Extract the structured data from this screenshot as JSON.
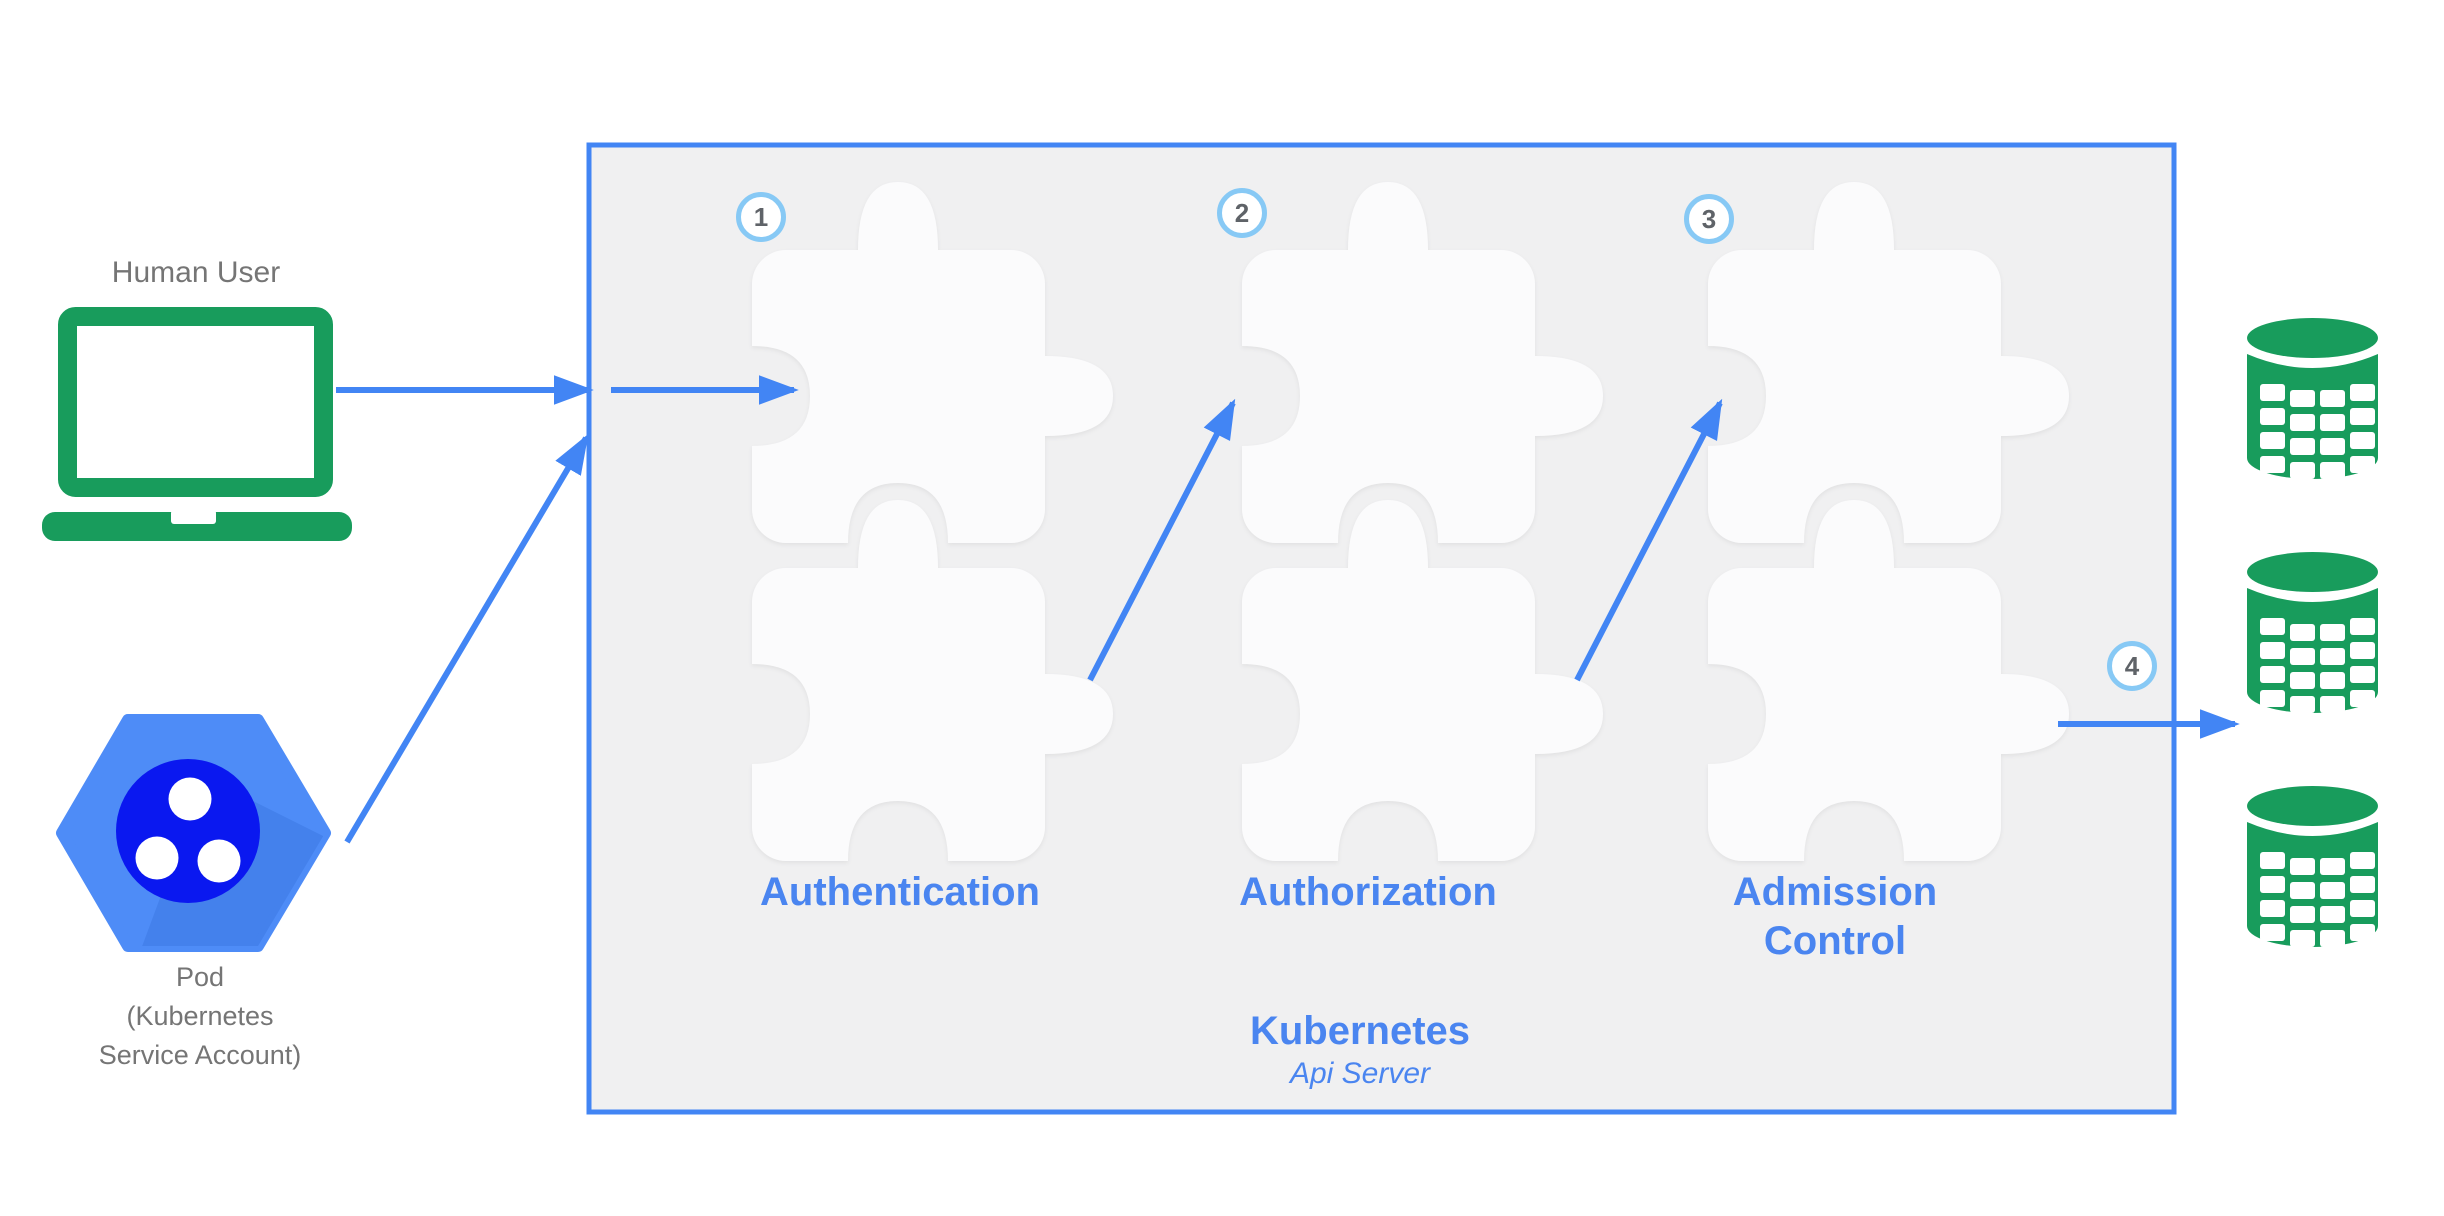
{
  "actors": {
    "human_user": {
      "label": "Human User"
    },
    "pod": {
      "label": "Pod\n(Kubernetes\nService Account)"
    }
  },
  "api_server": {
    "title": "Kubernetes",
    "subtitle": "Api Server",
    "steps": [
      {
        "number": "1",
        "label": "Authentication"
      },
      {
        "number": "2",
        "label": "Authorization"
      },
      {
        "number": "3",
        "label": "Admission Control"
      }
    ]
  },
  "storage": {
    "step_number": "4",
    "database_count": 3
  },
  "colors": {
    "green": "#189C5C",
    "arrow_blue": "#4285F4",
    "box_border": "#4285F4",
    "box_fill": "#F0F0F1",
    "piece_fill": "#FBFBFC",
    "label_blue": "#4A85F0",
    "step_ring": "#87C9F5",
    "step_number_gray": "#5F6368",
    "text_gray": "#757575",
    "pod_hex": "#4E8CF7",
    "pod_hex_shade": "#3D79E4",
    "pod_core": "#0A18F0"
  }
}
